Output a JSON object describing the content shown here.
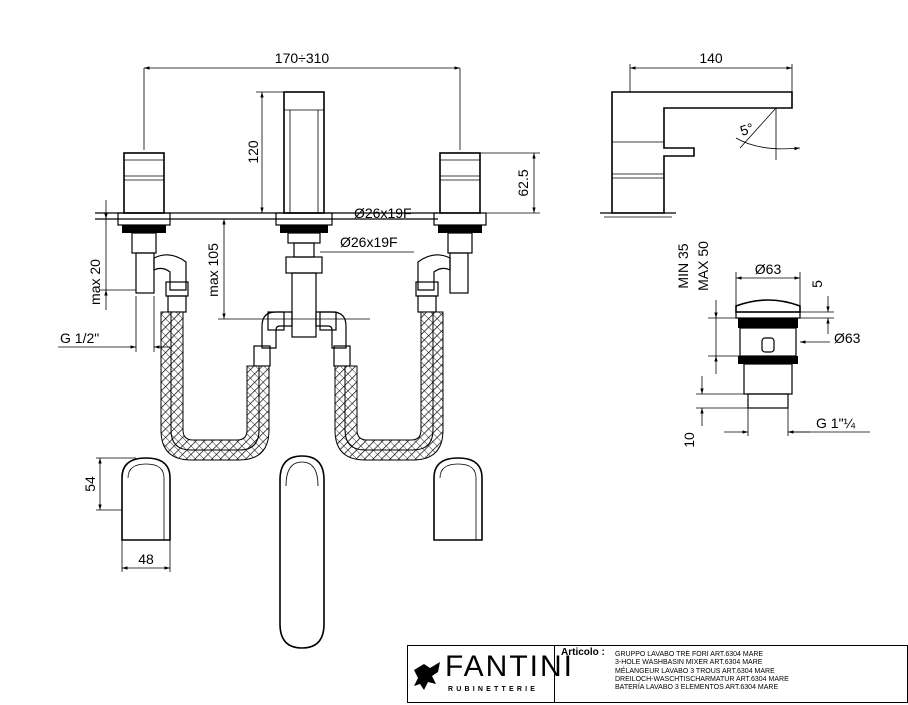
{
  "dimensions": {
    "width_range": "170÷310",
    "spout_height": "120",
    "handle_height": "62.5",
    "hole_dia_top": "Ø26x19F",
    "hole_dia_center": "Ø26x19F",
    "side_max": "max 20",
    "center_max": "max 105",
    "inlet": "G 1/2\"",
    "side_width_dim": "140",
    "spout_angle": "5°",
    "waste_min": "MIN 35",
    "waste_max": "MAX 50",
    "waste_dia_top": "Ø63",
    "waste_cap": "5",
    "waste_dia_side": "Ø63",
    "waste_bottom": "10",
    "waste_thread": "G 1\"¼",
    "plan_height": "54",
    "plan_width": "48"
  },
  "title_block": {
    "brand": "FANTINI",
    "brand_sub": "RUBINETTERIE",
    "article_label": "Articolo :",
    "article_lines": [
      "GRUPPO LAVABO TRE FORI ART.6304 MARE",
      "3-HOLE WASHBASIN MIXER ART.6304 MARE",
      "MÉLANGEUR LAVABO 3 TROUS ART.6304 MARE",
      "DREILOCH-WASCHTISCHARMATUR ART.6304 MARE",
      "BATERÍA LAVABO 3 ELEMENTOS ART.6304 MARE"
    ]
  }
}
